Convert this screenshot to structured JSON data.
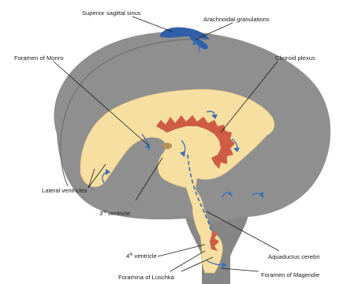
{
  "diagram": {
    "labels": {
      "superior_sagittal_sinus": "Superior sagittal sinus",
      "arachnoidal_granulations": "Arachnoidal granulations",
      "foramen_of_monro": "Foramen of Monro",
      "choroid_plexus": "Choroid plexus",
      "lateral_ventricles": "Lateral ventricles",
      "third_ventricle_num": "3",
      "third_ventricle_sup": "rd",
      "third_ventricle_word": " ventricle",
      "fourth_ventricle_num": "4",
      "fourth_ventricle_sup": "th",
      "fourth_ventricle_word": " ventricle",
      "foramina_of_luschka": "Foramina of Luschka",
      "aquaductus_cerebri": "Aquaductus cerebri",
      "foramen_of_magendie": "Foramen of Magendie"
    },
    "colors": {
      "brain_gray": "#8f8f8f",
      "brain_gray_dark": "#7d7d7d",
      "ventricle_yellow": "#f6dfa0",
      "choroid_red": "#cf5c44",
      "sinus_blue": "#2f5fa8",
      "flow_blue": "#3a6fb5"
    }
  }
}
